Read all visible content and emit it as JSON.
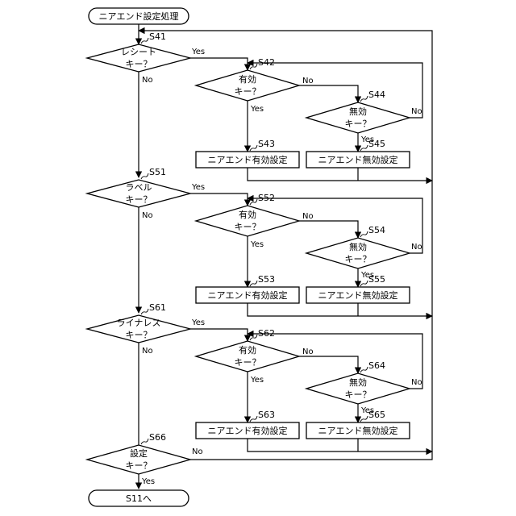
{
  "start": {
    "label": "ニアエンド設定処理"
  },
  "end": {
    "label": "S11へ"
  },
  "edge_labels": {
    "yes": "Yes",
    "no": "No"
  },
  "sections": [
    {
      "key_check": {
        "step": "S41",
        "line1": "レシート",
        "line2": "キー？"
      },
      "valid_check": {
        "step": "S42",
        "line1": "有効",
        "line2": "キー？"
      },
      "invalid_check": {
        "step": "S44",
        "line1": "無効",
        "line2": "キー？"
      },
      "valid_set": {
        "step": "S43",
        "label": "ニアエンド有効設定"
      },
      "invalid_set": {
        "step": "S45",
        "label": "ニアエンド無効設定"
      }
    },
    {
      "key_check": {
        "step": "S51",
        "line1": "ラベル",
        "line2": "キー？"
      },
      "valid_check": {
        "step": "S52",
        "line1": "有効",
        "line2": "キー？"
      },
      "invalid_check": {
        "step": "S54",
        "line1": "無効",
        "line2": "キー？"
      },
      "valid_set": {
        "step": "S53",
        "label": "ニアエンド有効設定"
      },
      "invalid_set": {
        "step": "S55",
        "label": "ニアエンド無効設定"
      }
    },
    {
      "key_check": {
        "step": "S61",
        "line1": "ライナレス",
        "line2": "キー？"
      },
      "valid_check": {
        "step": "S62",
        "line1": "有効",
        "line2": "キー？"
      },
      "invalid_check": {
        "step": "S64",
        "line1": "無効",
        "line2": "キー？"
      },
      "valid_set": {
        "step": "S63",
        "label": "ニアエンド有効設定"
      },
      "invalid_set": {
        "step": "S65",
        "label": "ニアエンド無効設定"
      }
    }
  ],
  "final_check": {
    "step": "S66",
    "line1": "設定",
    "line2": "キー？"
  }
}
